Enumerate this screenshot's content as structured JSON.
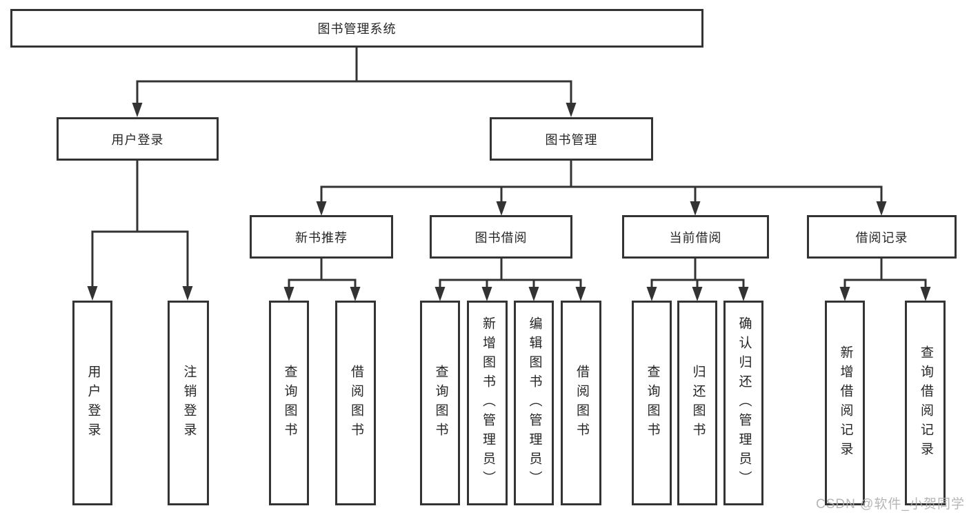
{
  "diagram": {
    "type": "hierarchy-tree",
    "tree": {
      "label": "图书管理系统",
      "children": [
        {
          "label": "用户登录",
          "children": [
            {
              "label": "用户登录"
            },
            {
              "label": "注销登录"
            }
          ]
        },
        {
          "label": "图书管理",
          "children": [
            {
              "label": "新书推荐",
              "children": [
                {
                  "label": "查询图书"
                },
                {
                  "label": "借阅图书"
                }
              ]
            },
            {
              "label": "图书借阅",
              "children": [
                {
                  "label": "查询图书"
                },
                {
                  "label": "新增图书（管理员）"
                },
                {
                  "label": "编辑图书（管理员）"
                },
                {
                  "label": "借阅图书"
                }
              ]
            },
            {
              "label": "当前借阅",
              "children": [
                {
                  "label": "查询图书"
                },
                {
                  "label": "归还图书"
                },
                {
                  "label": "确认归还（管理员）"
                }
              ]
            },
            {
              "label": "借阅记录",
              "children": [
                {
                  "label": "新增借阅记录"
                },
                {
                  "label": "查询借阅记录"
                }
              ]
            }
          ]
        }
      ]
    }
  },
  "nodes": {
    "root": {
      "label": "图书管理系统"
    },
    "level2": [
      {
        "label": "用户登录"
      },
      {
        "label": "图书管理"
      }
    ],
    "level3": [
      {
        "label": "新书推荐"
      },
      {
        "label": "图书借阅"
      },
      {
        "label": "当前借阅"
      },
      {
        "label": "借阅记录"
      }
    ],
    "leaves": [
      {
        "label": "用户登录"
      },
      {
        "label": "注销登录"
      },
      {
        "label": "查询图书"
      },
      {
        "label": "借阅图书"
      },
      {
        "label": "查询图书"
      },
      {
        "label": "新增图书（管理员）"
      },
      {
        "label": "编辑图书（管理员）"
      },
      {
        "label": "借阅图书"
      },
      {
        "label": "查询图书"
      },
      {
        "label": "归还图书"
      },
      {
        "label": "确认归还（管理员）"
      },
      {
        "label": "新增借阅记录"
      },
      {
        "label": "查询借阅记录"
      }
    ]
  },
  "watermark": {
    "text": "CSDN @软件_小贺同学"
  },
  "colors": {
    "line": "#333333",
    "border": "#333333",
    "text": "#262626",
    "watermark": "#acacac",
    "background": "#ffffff"
  }
}
